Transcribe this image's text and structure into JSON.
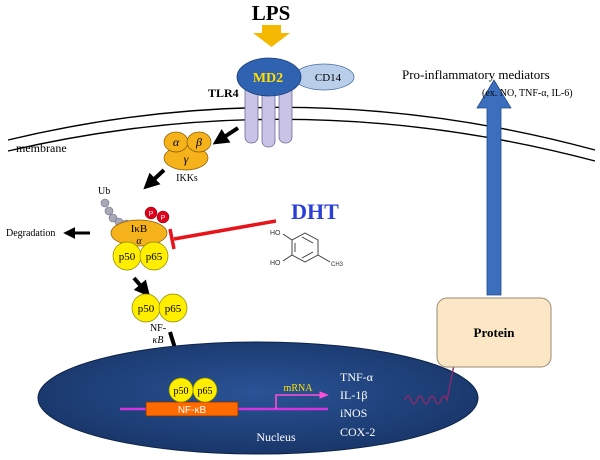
{
  "labels": {
    "lps": "LPS",
    "md2": "MD2",
    "cd14": "CD14",
    "tlr4": "TLR4",
    "membrane": "membrane",
    "ikk_alpha": "α",
    "ikk_beta": "β",
    "ikk_gamma": "γ",
    "ikks": "IKKs",
    "ub": "Ub",
    "ikb": "IκB",
    "ikb_alpha": "α",
    "phospho_1": "P",
    "phospho_2": "P",
    "p50": "p50",
    "p65": "p65",
    "degradation": "Degradation",
    "nfkb_line1": "NF-",
    "nfkb_line2": "κB",
    "dht": "DHT",
    "mol_ho_top": "HO",
    "mol_ho_bottom": "HO",
    "mol_ch3": "CH3",
    "pro_inflammatory": "Pro-inflammatory mediators",
    "examples": "(ex. NO, TNF-α, IL-6)",
    "protein": "Protein",
    "nucleus": "Nucleus",
    "mrna": "mRNA",
    "nfkb_dna": "NF-κB",
    "gene_1": "TNF-α",
    "gene_2": "IL-1β",
    "gene_3": "iNOS",
    "gene_4": "COX-2"
  },
  "colors": {
    "lps_arrow": "#f5b800",
    "md2_fill": "#2f62b0",
    "md2_text": "#ffe100",
    "cd14_fill": "#b9cfe9",
    "tlr4_fill": "#c9c3e6",
    "ikk_fill": "#f5b21a",
    "ikb_fill": "#f5b21a",
    "p_fill": "#ffee00",
    "phospho_fill": "#e0001b",
    "inhibit": "#e8141b",
    "dht_text": "#2b3fd6",
    "nucleus_fill": "#1c3f7a",
    "dna_line": "#d434e0",
    "nfkb_box": "#ff6a00",
    "mrna_arrow": "#ff4fd8",
    "mrna_text": "#ffe100",
    "protein_box": "#fbe7c6",
    "up_arrow": "#3b6fbd",
    "ub_beads": "#a8a8b8"
  }
}
